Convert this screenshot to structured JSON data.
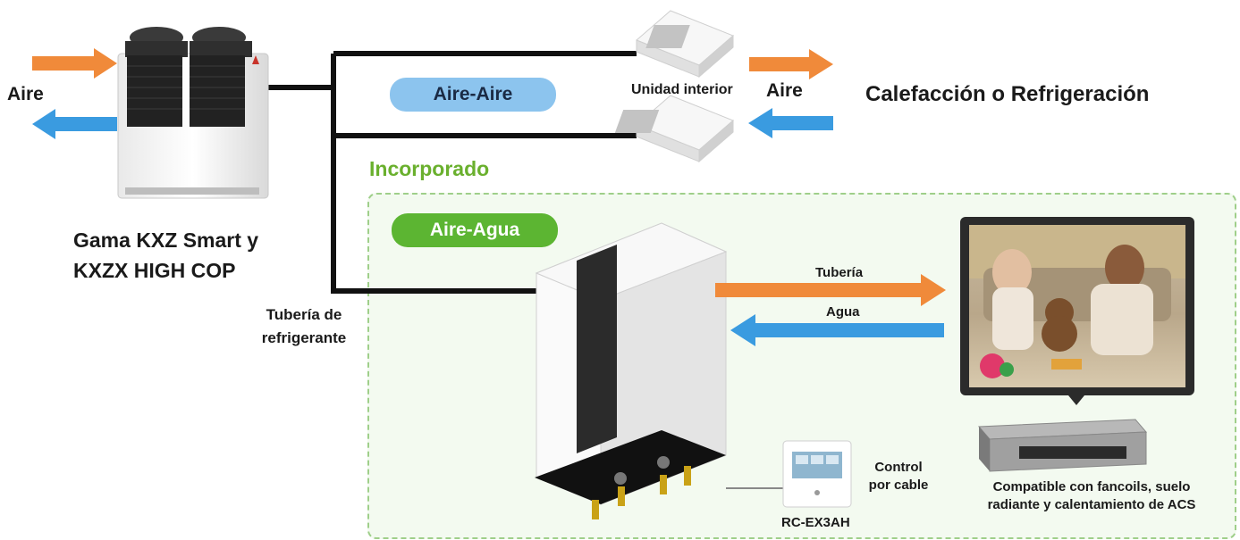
{
  "outdoor_unit": {
    "air_label": "Aire",
    "name_line1": "Gama KXZ Smart y",
    "name_line2": "KXZX HIGH COP"
  },
  "refrigerant_pipe": {
    "line1": "Tubería de",
    "line2": "refrigerante"
  },
  "air_to_air": {
    "badge": "Aire-Aire",
    "indoor_unit_label": "Unidad interior",
    "air_label": "Aire",
    "result": "Calefacción o Refrigeración"
  },
  "built_in": {
    "heading": "Incorporado",
    "badge": "Aire-Agua",
    "pipe_label": "Tubería",
    "water_label": "Agua",
    "controller_label_line1": "Control",
    "controller_label_line2": "por cable",
    "controller_model": "RC-EX3AH",
    "compat_line1": "Compatible con fancoils, suelo",
    "compat_line2": "radiante y calentamiento de ACS"
  },
  "colors": {
    "orange_arrow": "#f08a3a",
    "blue_arrow": "#3a9be0",
    "aire_aire_badge": "#8cc4ee",
    "aire_agua_badge": "#5cb532",
    "incorporado_green": "#6ab02e",
    "panel_border": "#9fcf8a",
    "panel_fill": "#f3faf0",
    "pipe": "#111111"
  }
}
